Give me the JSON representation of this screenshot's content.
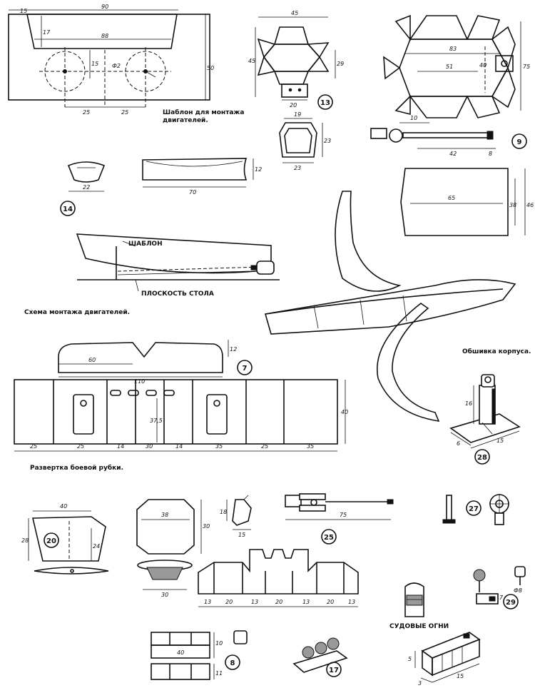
{
  "captions": {
    "engine_template": [
      "Шаблон для монтажа",
      "двигателей."
    ],
    "engine_scheme": "Схема монтажа двигателей.",
    "template_label": "ШАБЛОН",
    "table_plane": "ПЛОСКОСТЬ СТОЛА",
    "hull_plating": "Обшивка корпуса.",
    "wheelhouse": "Развертка боевой рубки.",
    "ship_lights": "СУДОВЫЕ ОГНИ"
  },
  "part_numbers": [
    "13",
    "9",
    "14",
    "7",
    "28",
    "20",
    "25",
    "27",
    "29",
    "8",
    "17"
  ],
  "dims": {
    "tpl": [
      "15",
      "90",
      "17",
      "88",
      "15",
      "Ф2",
      "50",
      "25",
      "25"
    ],
    "p13": [
      "45",
      "45",
      "29",
      "20"
    ],
    "box": [
      "19",
      "23",
      "23"
    ],
    "p9": [
      "83",
      "51",
      "40",
      "75",
      "10",
      "42",
      "8"
    ],
    "p14": [
      "22",
      "70",
      "12"
    ],
    "hull": [
      "65",
      "38",
      "46"
    ],
    "p7": [
      "60",
      "110",
      "12"
    ],
    "rubka": [
      "25",
      "25",
      "14",
      "30",
      "14",
      "35",
      "25",
      "35",
      "37,5",
      "40"
    ],
    "p28": [
      "16",
      "6",
      "15"
    ],
    "p20": [
      "40",
      "28",
      "24"
    ],
    "mid": [
      "38",
      "30",
      "30",
      "18",
      "15",
      "75"
    ],
    "strip": [
      "13",
      "20",
      "13",
      "20",
      "13",
      "20",
      "13"
    ],
    "p29": [
      "Ф8",
      "7"
    ],
    "p8": [
      "40",
      "10",
      "11"
    ],
    "lights": [
      "5",
      "3",
      "15"
    ]
  }
}
